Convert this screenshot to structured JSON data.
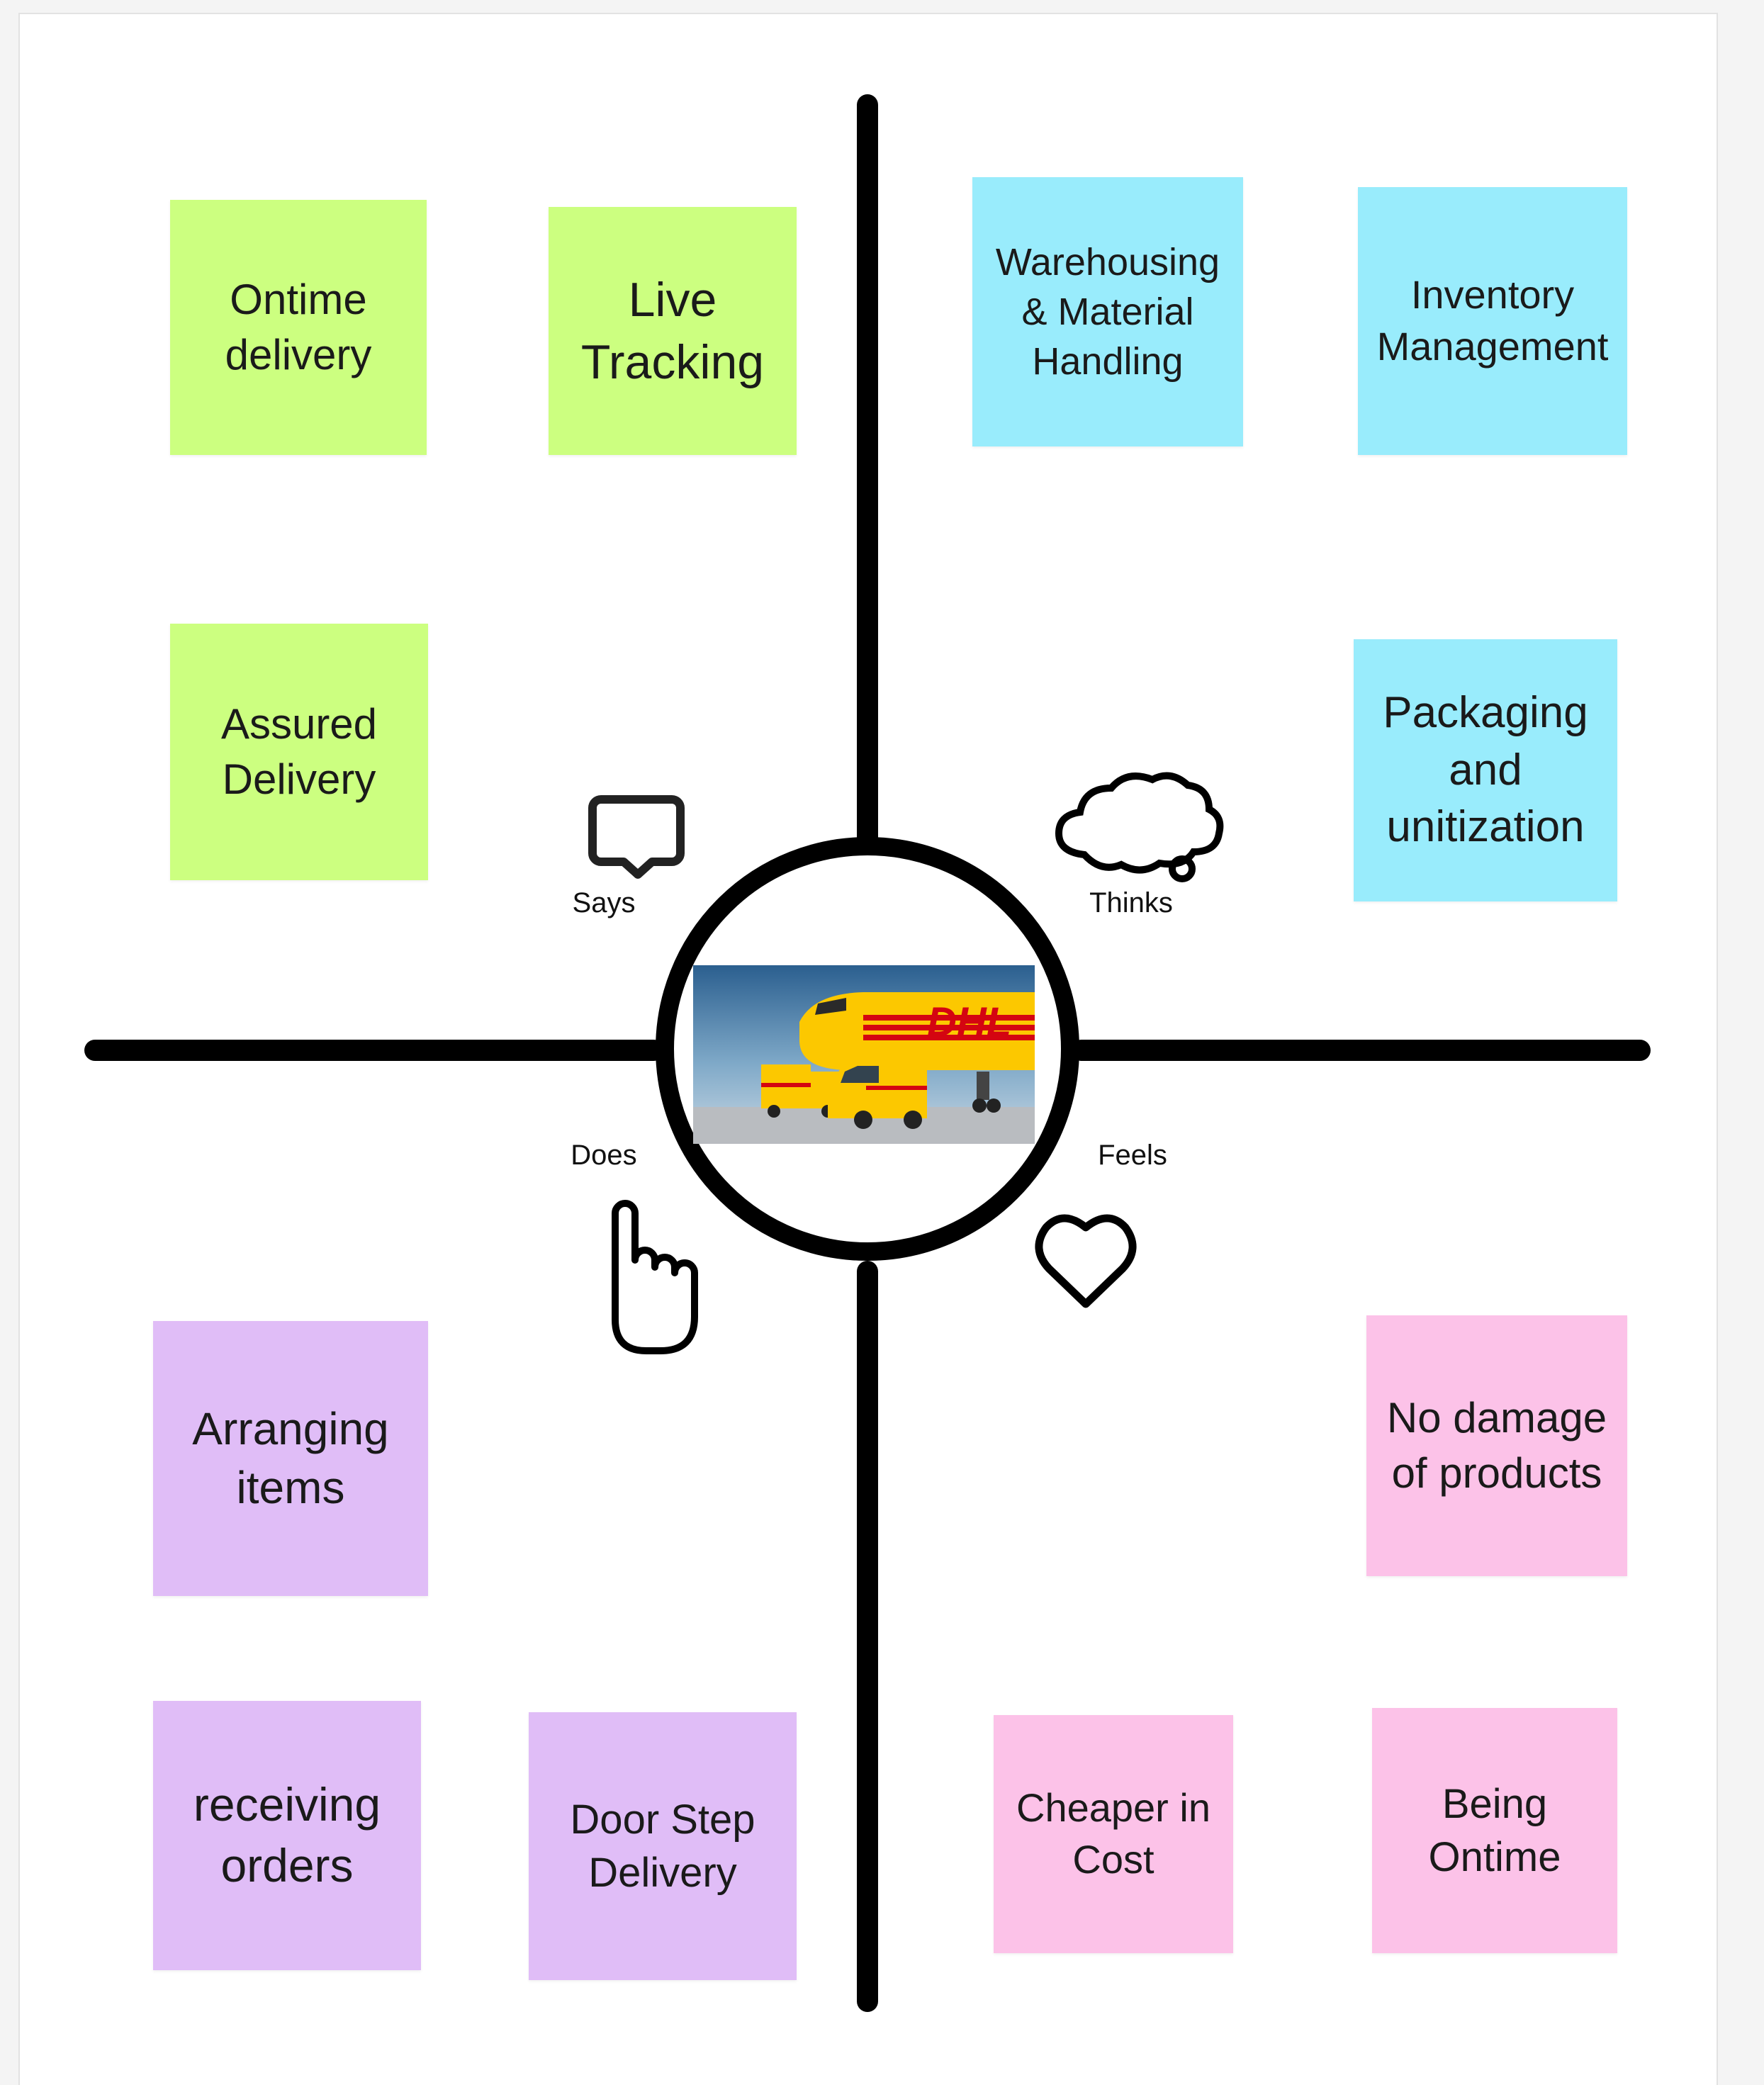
{
  "quadrant_labels": {
    "says": "Says",
    "thinks": "Thinks",
    "does": "Does",
    "feels": "Feels"
  },
  "center_image": {
    "description_icon": "dhl-plane-trucks-photo",
    "brand_text": "DHL"
  },
  "colors": {
    "says_note": "#ccff80",
    "thinks_note": "#99ecfc",
    "does_note": "#e0bdf7",
    "feels_note": "#fcc2e8",
    "axis": "#000000"
  },
  "notes": {
    "says": [
      {
        "text": "Ontime\ndelivery"
      },
      {
        "text": "Live\nTracking"
      },
      {
        "text": "Assured\nDelivery"
      }
    ],
    "thinks": [
      {
        "text": "Warehousing\n& Material\nHandling"
      },
      {
        "text": "Inventory\nManagement"
      },
      {
        "text": "Packaging\nand\nunitization"
      }
    ],
    "does": [
      {
        "text": "Arranging\nitems"
      },
      {
        "text": "receiving\norders"
      },
      {
        "text": "Door Step\nDelivery"
      }
    ],
    "feels": [
      {
        "text": "No damage\nof products"
      },
      {
        "text": "Cheaper in\nCost"
      },
      {
        "text": "Being\nOntime"
      }
    ]
  }
}
